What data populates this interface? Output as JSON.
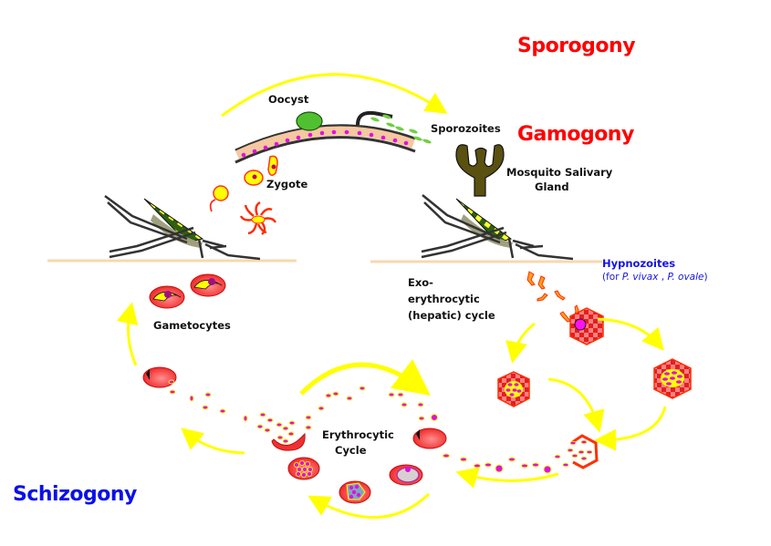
{
  "title": "Plasmodium life cycle",
  "headings": {
    "sporogony": "Sporogony",
    "gamogony": "Gamogony",
    "schizogony": "Schizogony"
  },
  "labels": {
    "oocyst": "Oocyst",
    "sporozoites": "Sporozoites",
    "zygote": "Zygote",
    "mosquito_salivary_gland_line1": "Mosquito Salivary",
    "mosquito_salivary_gland_line2": "Gland",
    "gametocytes": "Gametocytes",
    "exo_line1": "Exo-",
    "exo_line2": "erythrocytic",
    "exo_line3": "(hepatic) cycle",
    "erythrocytic_line1": "Erythrocytic",
    "erythrocytic_line2": "Cycle"
  },
  "hypnozoites": {
    "title": "Hypnozoites",
    "note_prefix": "(for ",
    "species1": "P. vivax",
    "separator": " , ",
    "species2": "P. ovale",
    "note_suffix": ")"
  },
  "colors": {
    "sporogony_gamogony": "#ff0000",
    "schizogony": "#0a10e8",
    "hypnozoites": "#1414e6",
    "arrow": "#ffff00",
    "merozoite": "#e010e0",
    "rbc": "#f03030",
    "skin_line": "#f8d8b0",
    "gland": "#5a5010",
    "mosquito_body": "#2e6010"
  }
}
